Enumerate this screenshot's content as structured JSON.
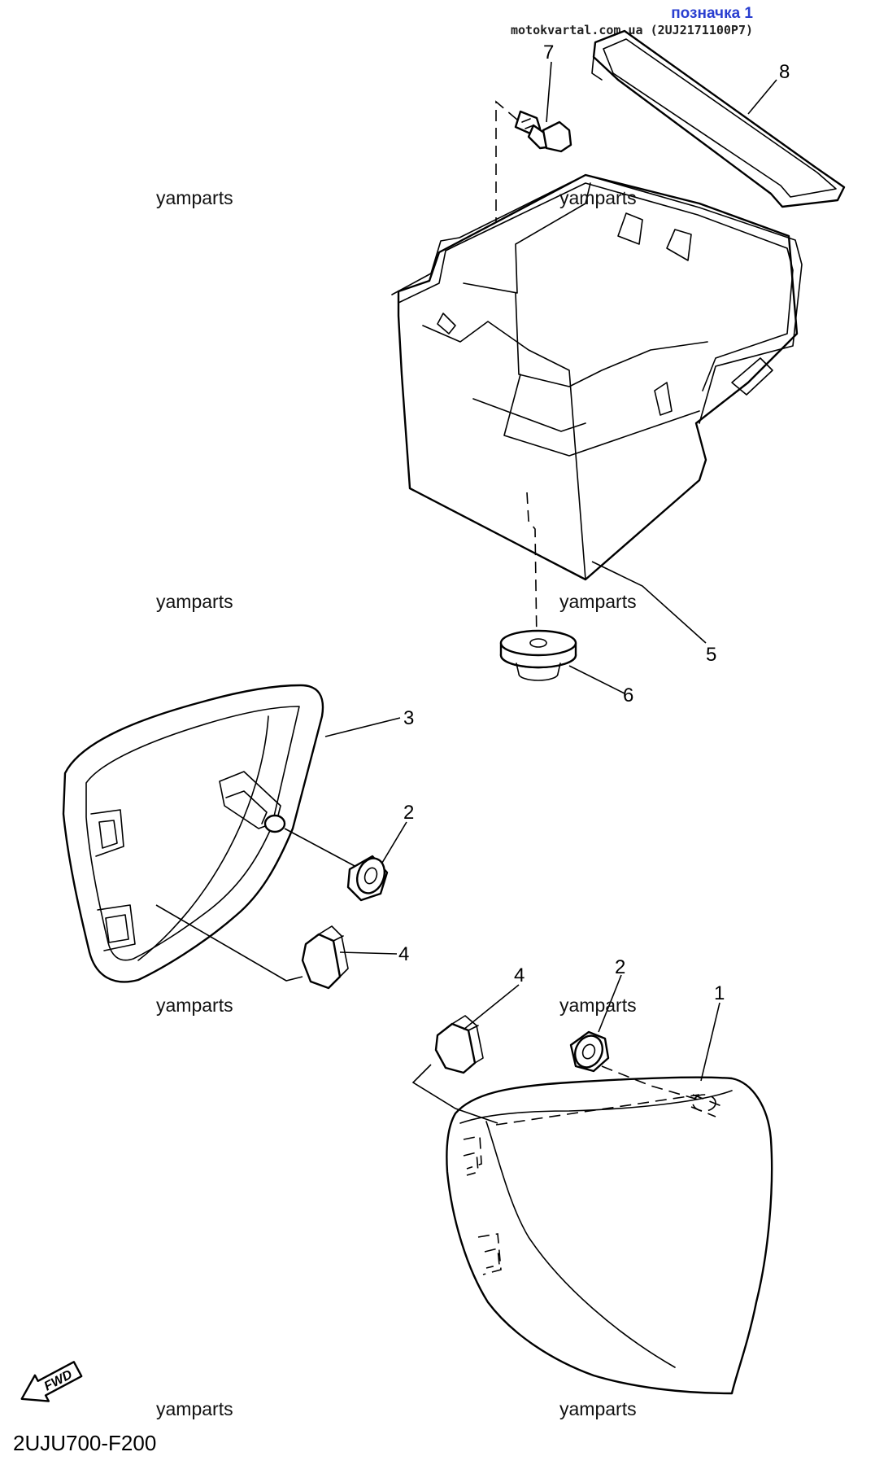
{
  "header": {
    "label": "позначка 1",
    "source": "motokvartal.com.ua (2UJ2171100P7)"
  },
  "diagram_code": "2UJU700-F200",
  "watermarks": [
    "yamparts",
    "yamparts",
    "yamparts",
    "yamparts",
    "yamparts",
    "yamparts",
    "yamparts",
    "yamparts"
  ],
  "fwd_label": "FWD",
  "callouts": [
    "7",
    "8",
    "5",
    "6",
    "3",
    "2",
    "4",
    "4",
    "2",
    "1"
  ],
  "colors": {
    "link": "#2a3fd0",
    "line": "#000000",
    "background": "#ffffff"
  }
}
